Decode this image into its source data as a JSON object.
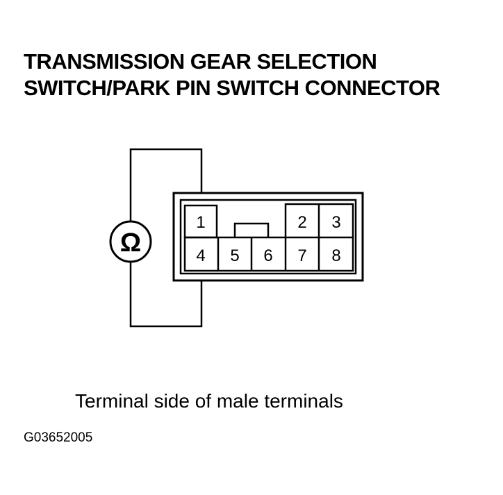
{
  "title": {
    "line1": "TRANSMISSION GEAR SELECTION",
    "line2": "SWITCH/PARK PIN SWITCH CONNECTOR"
  },
  "ohmmeter": {
    "symbol": "Ω",
    "icon": "ohmmeter-icon"
  },
  "connector": {
    "terminals": {
      "t1": "1",
      "t2": "2",
      "t3": "3",
      "t4": "4",
      "t5": "5",
      "t6": "6",
      "t7": "7",
      "t8": "8"
    }
  },
  "caption": "Terminal side of male terminals",
  "figure_id": "G03652005",
  "colors": {
    "line": "#000000",
    "background": "#ffffff"
  }
}
